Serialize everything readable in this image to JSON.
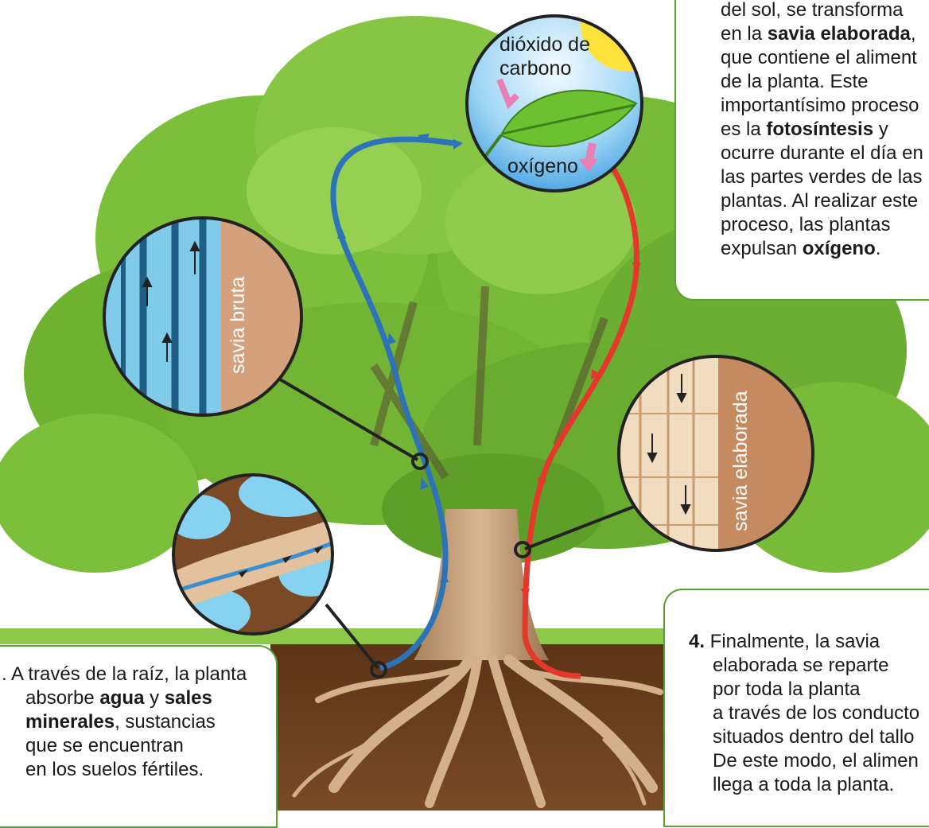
{
  "colors": {
    "box_border": "#5aa032",
    "raw_sap_arrow": "#2d73b8",
    "elaborated_sap_arrow": "#e5382c",
    "foliage": "#7cbf3a",
    "soil": "#6b3f1e",
    "trunk": "#c9a27c"
  },
  "labels": {
    "co2_line1": "dióxido de",
    "co2_line2": "carbono",
    "oxygen": "oxígeno",
    "raw_sap": "savia bruta",
    "elaborated_sap": "savia elaborada"
  },
  "box_top": {
    "l1": "del sol, se transforma",
    "l2_a": "en la ",
    "l2_b": "savia elaborada",
    "l2_c": ",",
    "l3": "que contiene el aliment",
    "l4": "de la planta. Este",
    "l5": "importantísimo proceso",
    "l6_a": "es la ",
    "l6_b": "fotosíntesis",
    "l6_c": " y",
    "l7": "ocurre durante el día en",
    "l8": "las partes verdes de las",
    "l9": "plantas. Al realizar este",
    "l10": "proceso, las plantas",
    "l11_a": "expulsan ",
    "l11_b": "oxígeno",
    "l11_c": "."
  },
  "box_bottom_left": {
    "l1": ". A través de la raíz, la planta",
    "l2_a": "absorbe ",
    "l2_b": "agua",
    "l2_c": " y ",
    "l2_d": "sales",
    "l3_a": "minerales",
    "l3_b": ", sustancias",
    "l4": "que se encuentran",
    "l5": "en los suelos fértiles."
  },
  "box_bottom_right": {
    "num": "4.",
    "l1": " Finalmente, la savia",
    "l2": "elaborada se reparte",
    "l3": "por toda la planta",
    "l4": "a través de los conducto",
    "l5": "situados dentro del tallo",
    "l6": "De este modo, el alimen",
    "l7": "llega a toda la planta."
  }
}
